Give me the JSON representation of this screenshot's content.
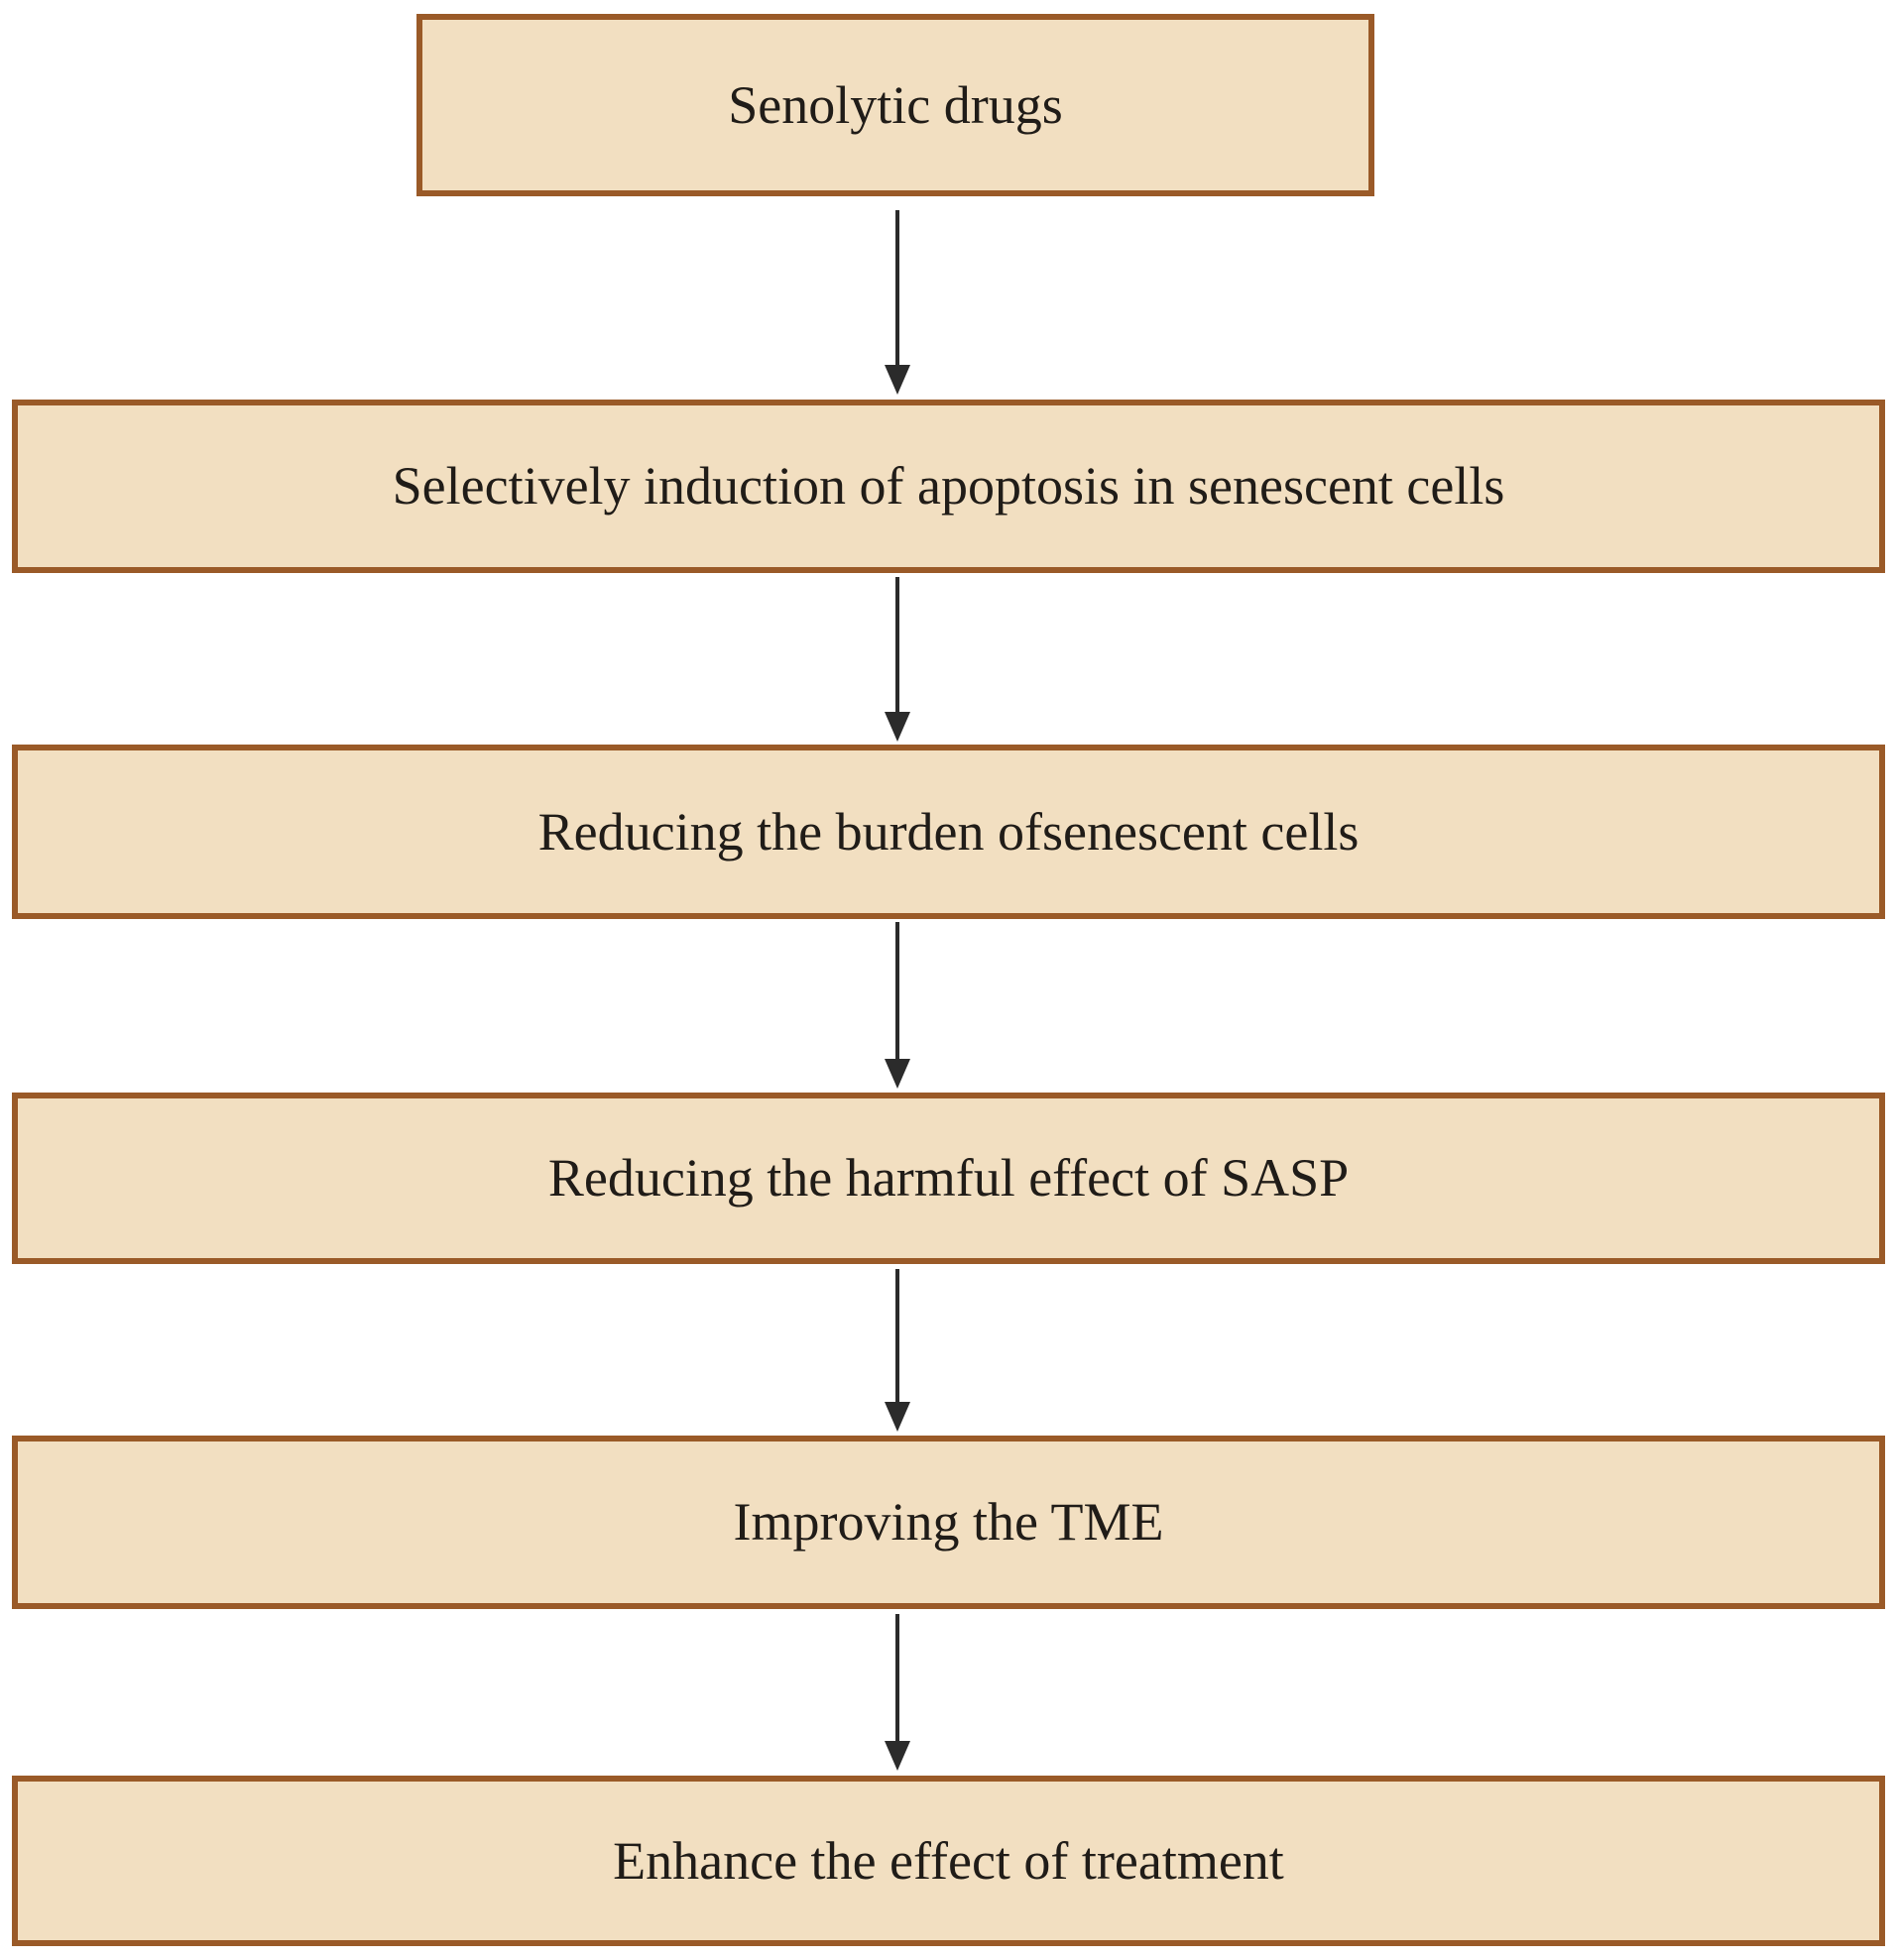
{
  "diagram": {
    "type": "flowchart",
    "direction": "top-down",
    "nodes": [
      {
        "id": "senolytic-drugs",
        "label": "Senolytic drugs"
      },
      {
        "id": "selective-apoptosis",
        "label": "Selectively induction of apoptosis in senescent cells"
      },
      {
        "id": "reduce-burden",
        "label": "Reducing the burden ofsenescent cells"
      },
      {
        "id": "reduce-sasp-harm",
        "label": "Reducing the harmful effect of SASP"
      },
      {
        "id": "improve-tme",
        "label": "Improving the TME"
      },
      {
        "id": "enhance-treatment",
        "label": "Enhance the effect of treatment"
      }
    ],
    "edges": [
      {
        "from": "senolytic-drugs",
        "to": "selective-apoptosis"
      },
      {
        "from": "selective-apoptosis",
        "to": "reduce-burden"
      },
      {
        "from": "reduce-burden",
        "to": "reduce-sasp-harm"
      },
      {
        "from": "reduce-sasp-harm",
        "to": "improve-tme"
      },
      {
        "from": "improve-tme",
        "to": "enhance-treatment"
      }
    ],
    "colors": {
      "node_fill": "#f2dfc1",
      "node_border": "#9a5a28",
      "arrow": "#2b2b2b",
      "text": "#201c18",
      "background": "#ffffff"
    }
  }
}
